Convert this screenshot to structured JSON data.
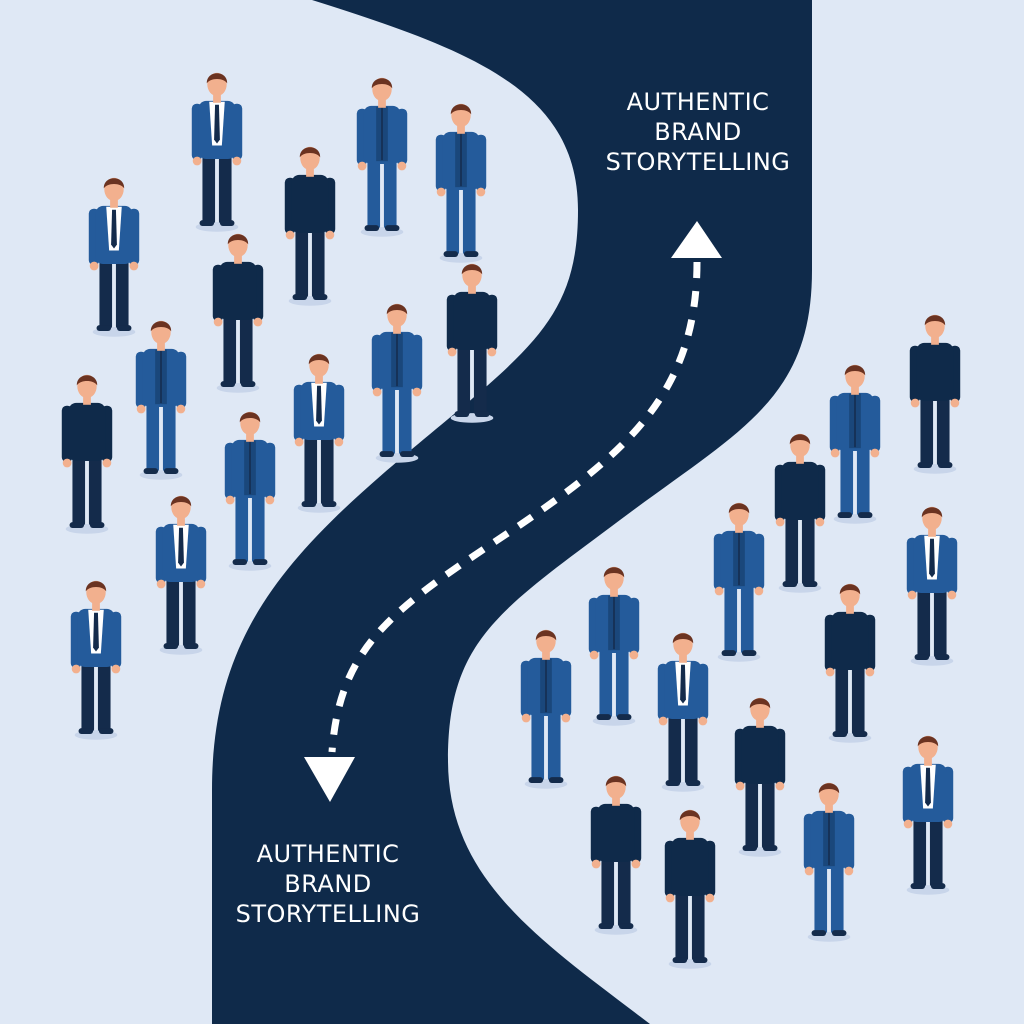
{
  "colors": {
    "background": "#dfe8f5",
    "road": "#0f2a4a",
    "path": "#ffffff",
    "shirt_dark": "#0f2a4a",
    "jacket_blue": "#245b9b",
    "jacket_blue_dark": "#1a477b",
    "pants": "#142b4b",
    "skin": "#f2b08e",
    "hair": "#6b3321",
    "shadow": "#c8d5ea",
    "caption_top": "#ffffff",
    "caption_bottom": "#ffffff"
  },
  "captions": {
    "top": [
      "AUTHENTIC",
      "BRAND",
      "STORYTELLING"
    ],
    "bottom": [
      "AUTHENTIC",
      "BRAND",
      "STORYTELLING"
    ]
  },
  "icons": {
    "arrow_up": "arrow-up-icon",
    "arrow_down": "arrow-down-icon",
    "person": "person-icon"
  },
  "people": [
    {
      "style": "suit"
    },
    {
      "style": "open"
    },
    {
      "style": "open"
    },
    {
      "style": "sweater"
    },
    {
      "style": "suit"
    },
    {
      "style": "sweater"
    },
    {
      "style": "sweater"
    },
    {
      "style": "open"
    },
    {
      "style": "open"
    },
    {
      "style": "suit"
    },
    {
      "style": "sweater"
    },
    {
      "style": "open"
    },
    {
      "style": "suit"
    },
    {
      "style": "suit"
    },
    {
      "style": "sweater"
    },
    {
      "style": "open"
    },
    {
      "style": "sweater"
    },
    {
      "style": "open"
    },
    {
      "style": "suit"
    },
    {
      "style": "open"
    },
    {
      "style": "sweater"
    },
    {
      "style": "open"
    },
    {
      "style": "suit"
    },
    {
      "style": "sweater"
    },
    {
      "style": "sweater"
    },
    {
      "style": "open"
    },
    {
      "style": "sweater"
    },
    {
      "style": "suit"
    },
    {
      "style": "sweater"
    },
    {
      "style": "sweater"
    },
    {
      "style": "open"
    },
    {
      "style": "suit"
    }
  ]
}
